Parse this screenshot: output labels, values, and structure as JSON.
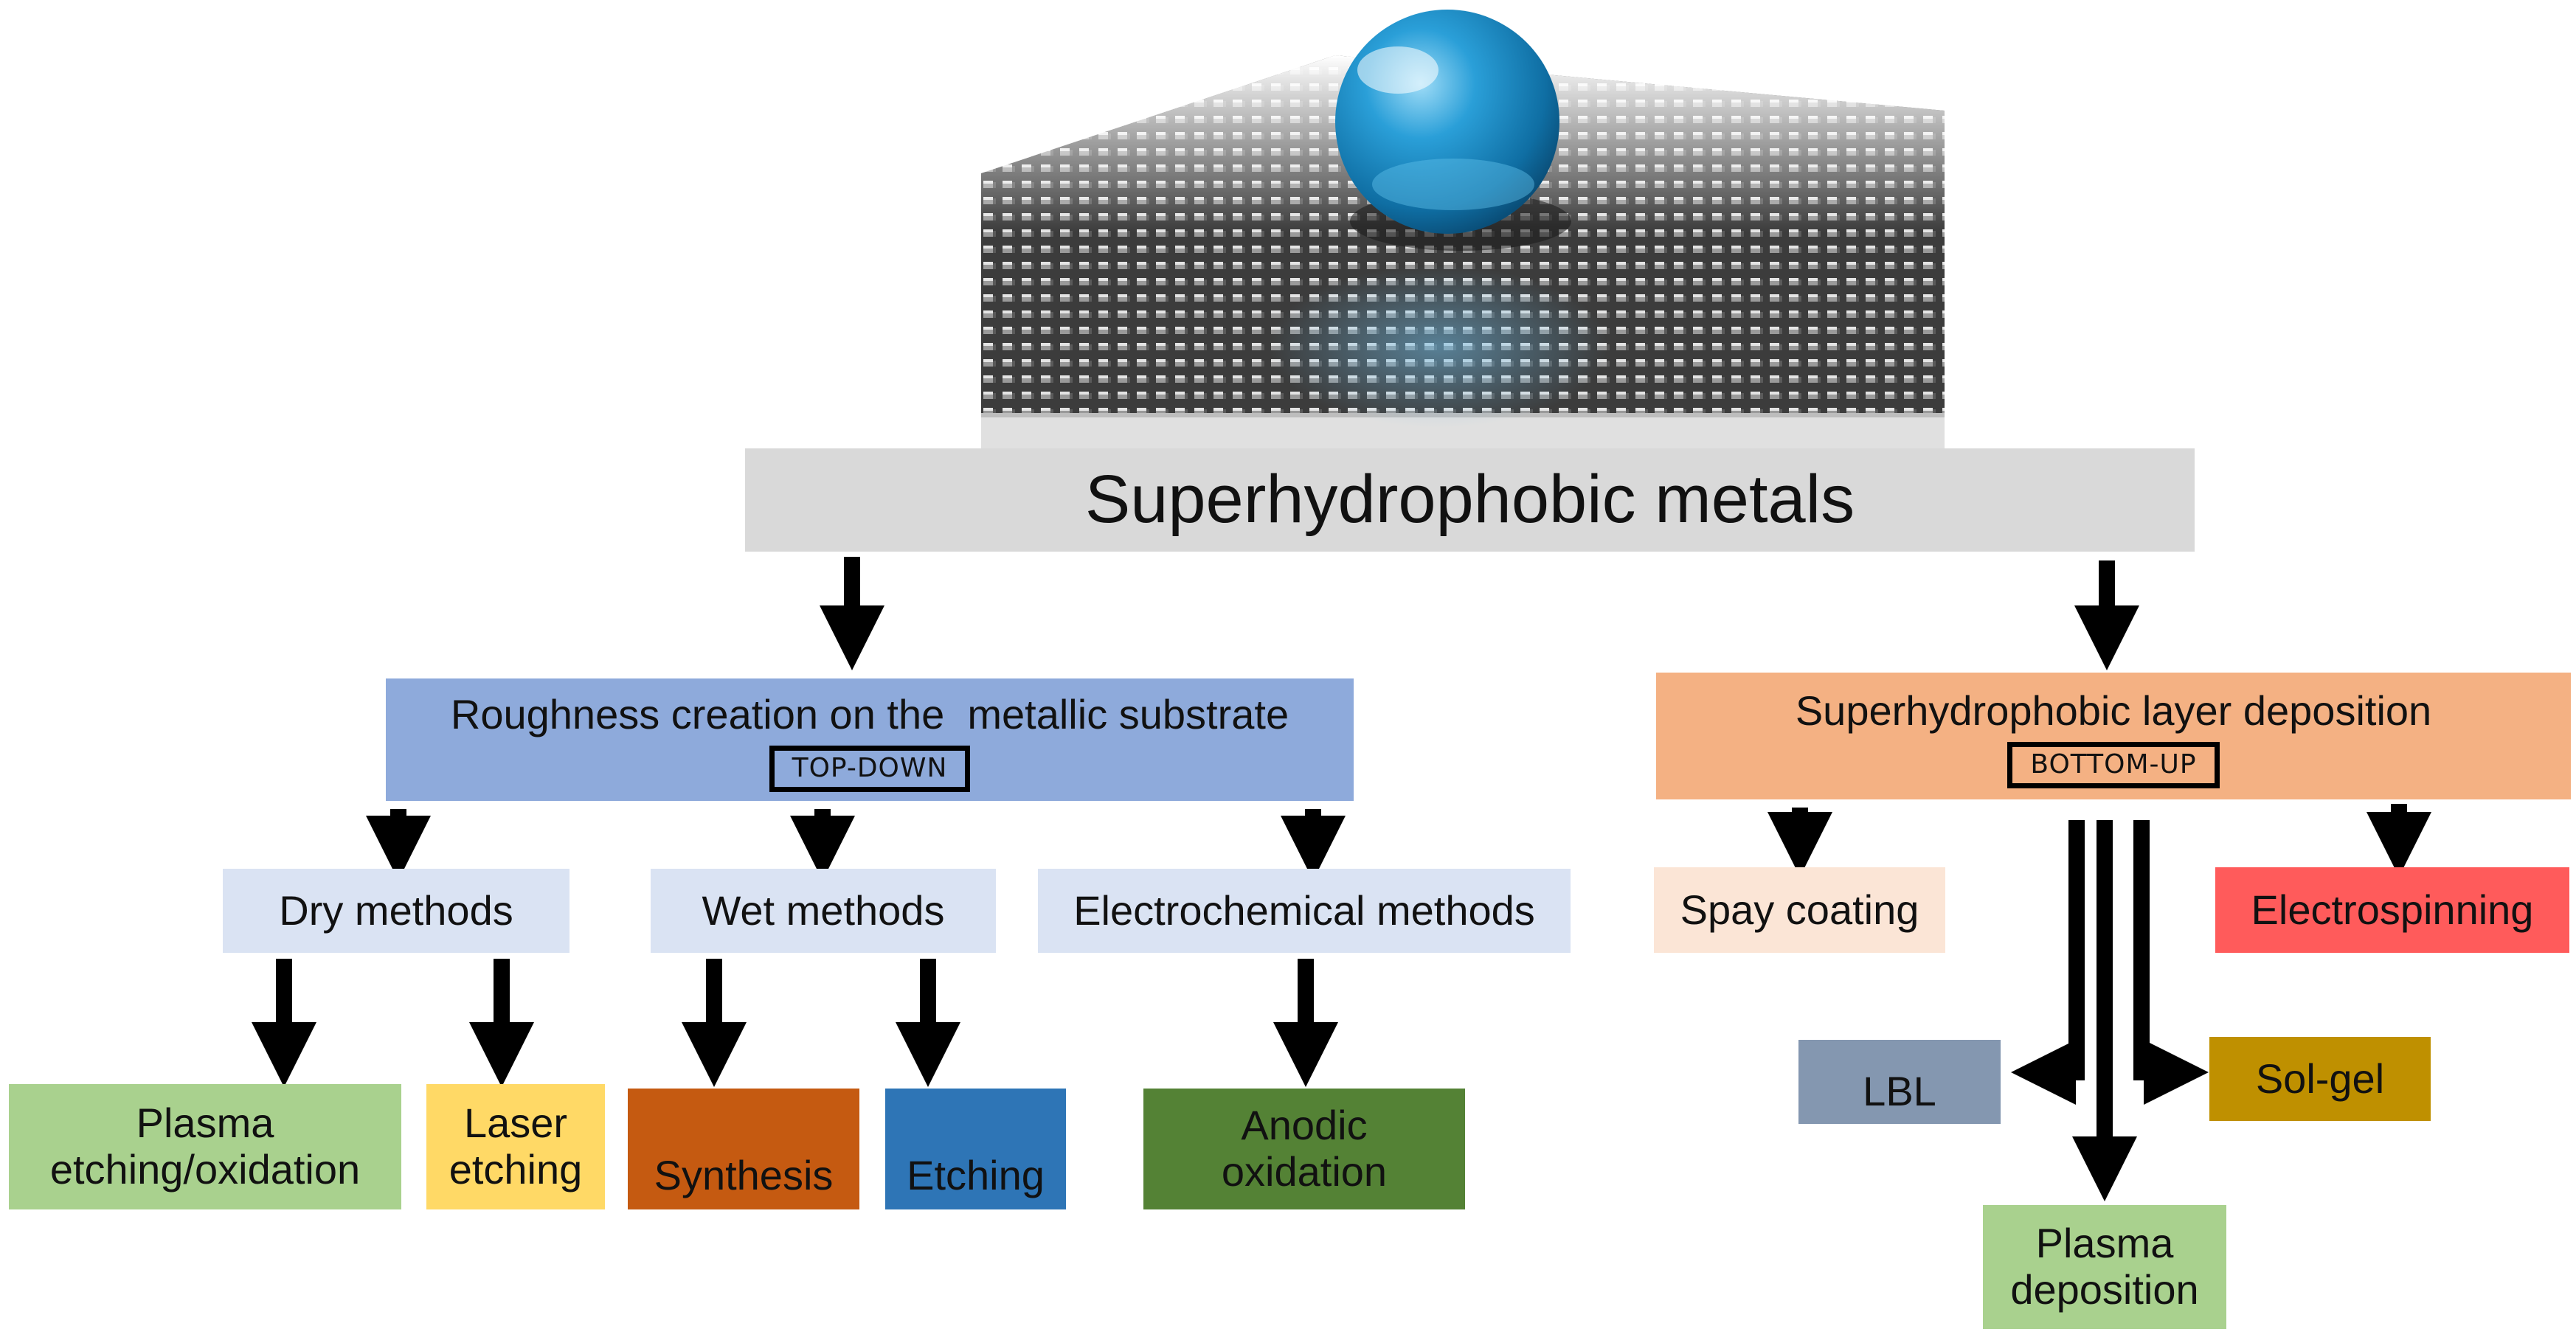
{
  "root": {
    "label": "Superhydrophobic metals",
    "color": "#d9d9d9"
  },
  "branches": [
    {
      "id": "top-down",
      "label": "Roughness creation on the  metallic substrate",
      "tag": "TOP-DOWN",
      "color": "#8eaadb",
      "methods": [
        {
          "label": "Dry methods",
          "color": "#dae3f3",
          "leaves": [
            {
              "label": "Plasma\netching/oxidation",
              "color": "#a9d18e"
            },
            {
              "label": "Laser\netching",
              "color": "#ffd966"
            }
          ]
        },
        {
          "label": "Wet methods",
          "color": "#dae3f3",
          "leaves": [
            {
              "label": "Synthesis",
              "color": "#c55a11"
            },
            {
              "label": "Etching",
              "color": "#2e75b6"
            }
          ]
        },
        {
          "label": "Electrochemical methods",
          "color": "#dae3f3",
          "leaves": [
            {
              "label": "Anodic\noxidation",
              "color": "#548235"
            }
          ]
        }
      ]
    },
    {
      "id": "bottom-up",
      "label": "Superhydrophobic layer deposition",
      "tag": "BOTTOM-UP",
      "color": "#f4b183",
      "methods": [
        {
          "label": "Spay coating",
          "color": "#fbe5d6"
        },
        {
          "label": "Electrospinning",
          "color": "#ff5b5b"
        },
        {
          "label": "LBL",
          "color": "#8497b0"
        },
        {
          "label": "Sol-gel",
          "color": "#bf9000"
        },
        {
          "label": "Plasma\ndeposition",
          "color": "#a9d18e"
        }
      ]
    }
  ],
  "illustration": {
    "icon": "droplet-on-pillar-array-image",
    "droplet_color": "#1f8fc7"
  }
}
